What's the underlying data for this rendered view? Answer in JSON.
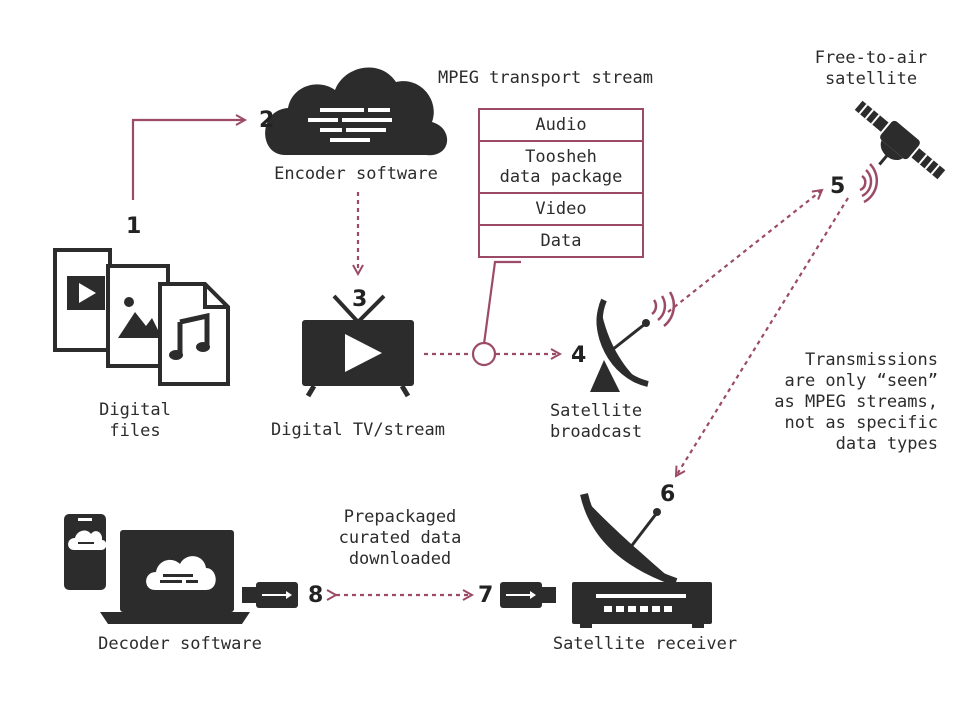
{
  "colors": {
    "accent": "#9b4b67",
    "icon": "#2c2c2c"
  },
  "steps": {
    "s1": {
      "num": "1",
      "label": "Digital\nfiles"
    },
    "s2": {
      "num": "2",
      "label": "Encoder software"
    },
    "s3": {
      "num": "3",
      "label": "Digital TV/stream"
    },
    "s4": {
      "num": "4",
      "label": "Satellite\nbroadcast"
    },
    "s5": {
      "num": "5",
      "label": "Free-to-air\nsatellite"
    },
    "s6": {
      "num": "6"
    },
    "s7": {
      "num": "7",
      "label": "Satellite receiver"
    },
    "s8": {
      "num": "8",
      "label": "Decoder software"
    }
  },
  "mpeg": {
    "title": "MPEG transport stream",
    "rows": [
      "Audio",
      "Toosheh\ndata package",
      "Video",
      "Data"
    ]
  },
  "notes": {
    "transmissions": "Transmissions\nare only “seen”\nas MPEG streams,\nnot as specific\ndata types",
    "prepackaged": "Prepackaged\ncurated data\ndownloaded"
  },
  "icons": [
    "file-video-icon",
    "file-image-icon",
    "file-music-icon",
    "cloud-encoder-icon",
    "tv-icon",
    "satellite-dish-icon",
    "satellite-icon",
    "receiver-dish-icon",
    "receiver-box-icon",
    "usb-stick-icon",
    "laptop-icon",
    "phone-icon"
  ]
}
